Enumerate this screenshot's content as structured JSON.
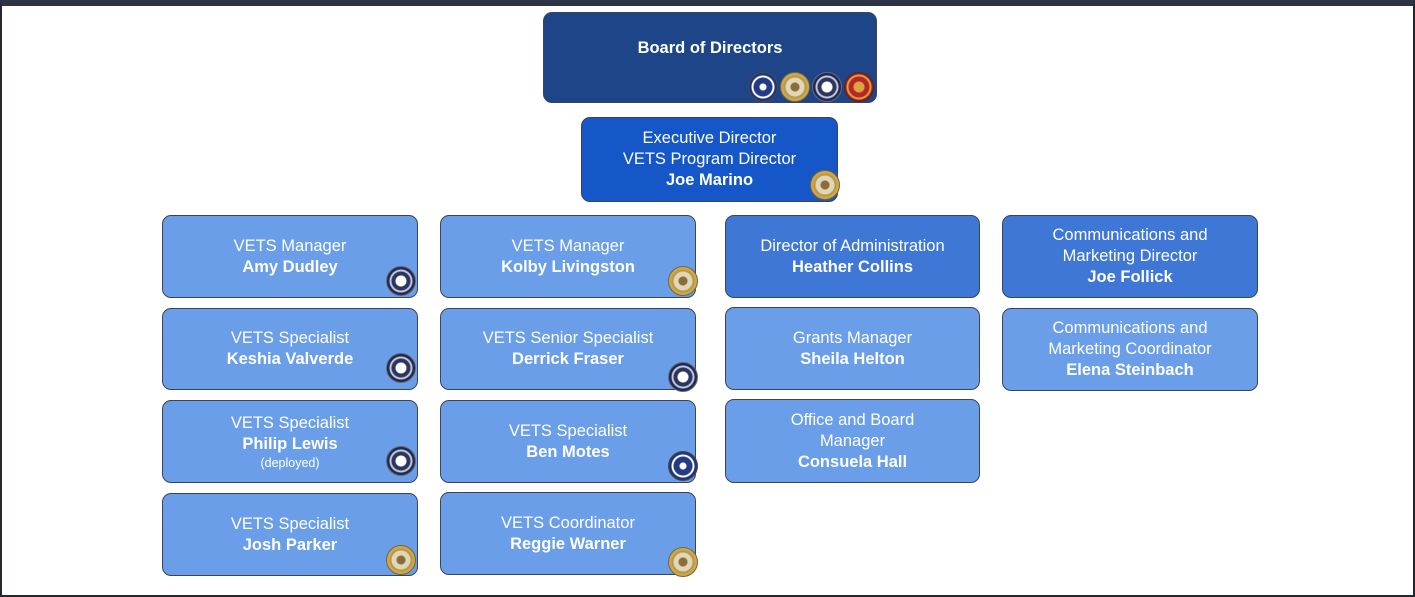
{
  "board": {
    "title": "Board of Directors",
    "seals": [
      "air-force-seal-icon",
      "army-seal-icon",
      "navy-seal-icon",
      "marine-corps-seal-icon"
    ]
  },
  "executive": {
    "title_line1": "Executive Director",
    "title_line2": "VETS Program Director",
    "name": "Joe Marino",
    "seal": "army-seal-icon"
  },
  "column1": [
    {
      "role": "VETS Manager",
      "name": "Amy Dudley",
      "seal": "navy-seal-icon"
    },
    {
      "role": "VETS Specialist",
      "name": "Keshia Valverde",
      "seal": "navy-seal-icon"
    },
    {
      "role": "VETS Specialist",
      "name": "Philip Lewis",
      "note": "(deployed)",
      "seal": "navy-seal-icon"
    },
    {
      "role": "VETS Specialist",
      "name": "Josh Parker",
      "seal": "army-seal-icon"
    }
  ],
  "column2": [
    {
      "role": "VETS Manager",
      "name": "Kolby Livingston",
      "seal": "army-seal-icon"
    },
    {
      "role": "VETS Senior Specialist",
      "name": "Derrick Fraser",
      "seal": "navy-seal-icon"
    },
    {
      "role": "VETS Specialist",
      "name": "Ben Motes",
      "seal": "air-force-seal-icon"
    },
    {
      "role": "VETS Coordinator",
      "name": "Reggie Warner",
      "seal": "army-seal-icon"
    }
  ],
  "column3": [
    {
      "role": "Director of Administration",
      "name": "Heather Collins"
    },
    {
      "role": "Grants Manager",
      "name": "Sheila Helton"
    },
    {
      "role_line1": "Office and Board",
      "role_line2": "Manager",
      "name": "Consuela Hall"
    }
  ],
  "column4": [
    {
      "role_line1": "Communications and",
      "role_line2": "Marketing Director",
      "name": "Joe Follick"
    },
    {
      "role_line1": "Communications and",
      "role_line2": "Marketing Coordinator",
      "name": "Elena Steinbach"
    }
  ],
  "colors": {
    "board": "#1f4589",
    "executive": "#1556c9",
    "directors": "#3f77d6",
    "staff": "#6a9ee8",
    "frame": "#2c3446"
  }
}
